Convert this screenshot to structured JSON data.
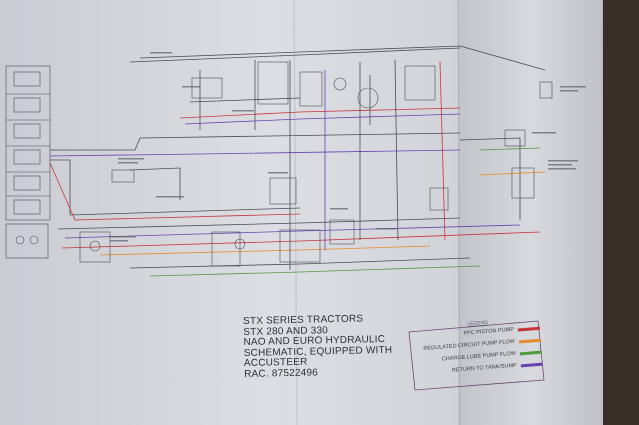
{
  "title_block": {
    "line1": "STX SERIES TRACTORS",
    "line2": "STX 280 AND 330",
    "line3": "NAO AND EURO HYDRAULIC",
    "line4": "SCHEMATIC, EQUIPPED WITH",
    "line5": "ACCUSTEER",
    "line6": "RAC. 87522496"
  },
  "legend": {
    "title": "LEGEND",
    "items": [
      {
        "label": "PFC PISTON PUMP",
        "color": "#c8353a"
      },
      {
        "label": "REGULATED CIRCUIT PUMP FLOW",
        "color": "#e8882c"
      },
      {
        "label": "CHARGE LUBE PUMP FLOW",
        "color": "#4f9a3e"
      },
      {
        "label": "RETURN TO TANK/SUMP",
        "color": "#6a42b0"
      }
    ]
  },
  "colors": {
    "paper": "#d7d9de",
    "paper_shadow": "#b8bcc3",
    "background": "#2a2622",
    "ink": "#4a4d55"
  }
}
